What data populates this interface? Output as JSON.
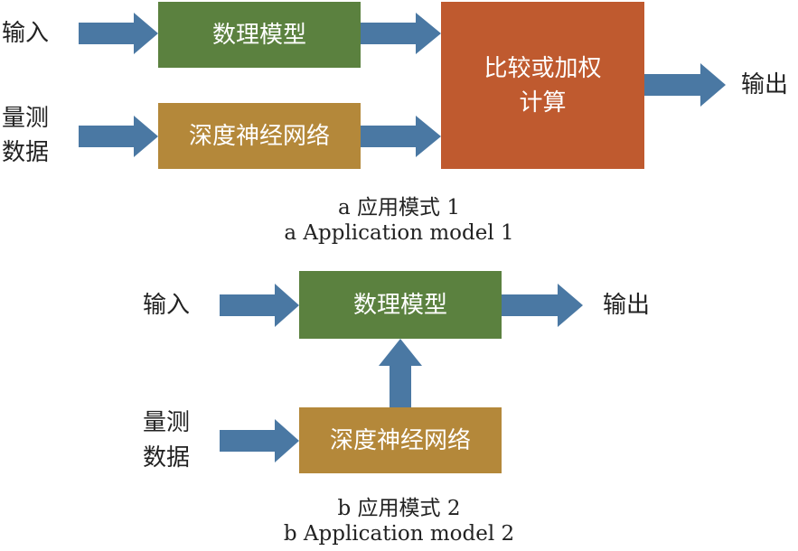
{
  "model1": {
    "input_label": "输入",
    "measure_label_line1": "量测",
    "measure_label_line2": "数据",
    "math_model": "数理模型",
    "dnn": "深度神经网络",
    "compare_line1": "比较或加权",
    "compare_line2": "计算",
    "output_label": "输出",
    "caption_cn": "a 应用模式 1",
    "caption_en": "a Application model 1"
  },
  "model2": {
    "input_label": "输入",
    "measure_label_line1": "量测",
    "measure_label_line2": "数据",
    "math_model": "数理模型",
    "dnn": "深度神经网络",
    "output_label": "输出",
    "caption_cn": "b 应用模式 2",
    "caption_en": "b Application model 2"
  },
  "colors": {
    "math_model": "#5b813f",
    "dnn": "#b4883a",
    "compare": "#bf5a2f",
    "arrow": "#4a78a3"
  }
}
